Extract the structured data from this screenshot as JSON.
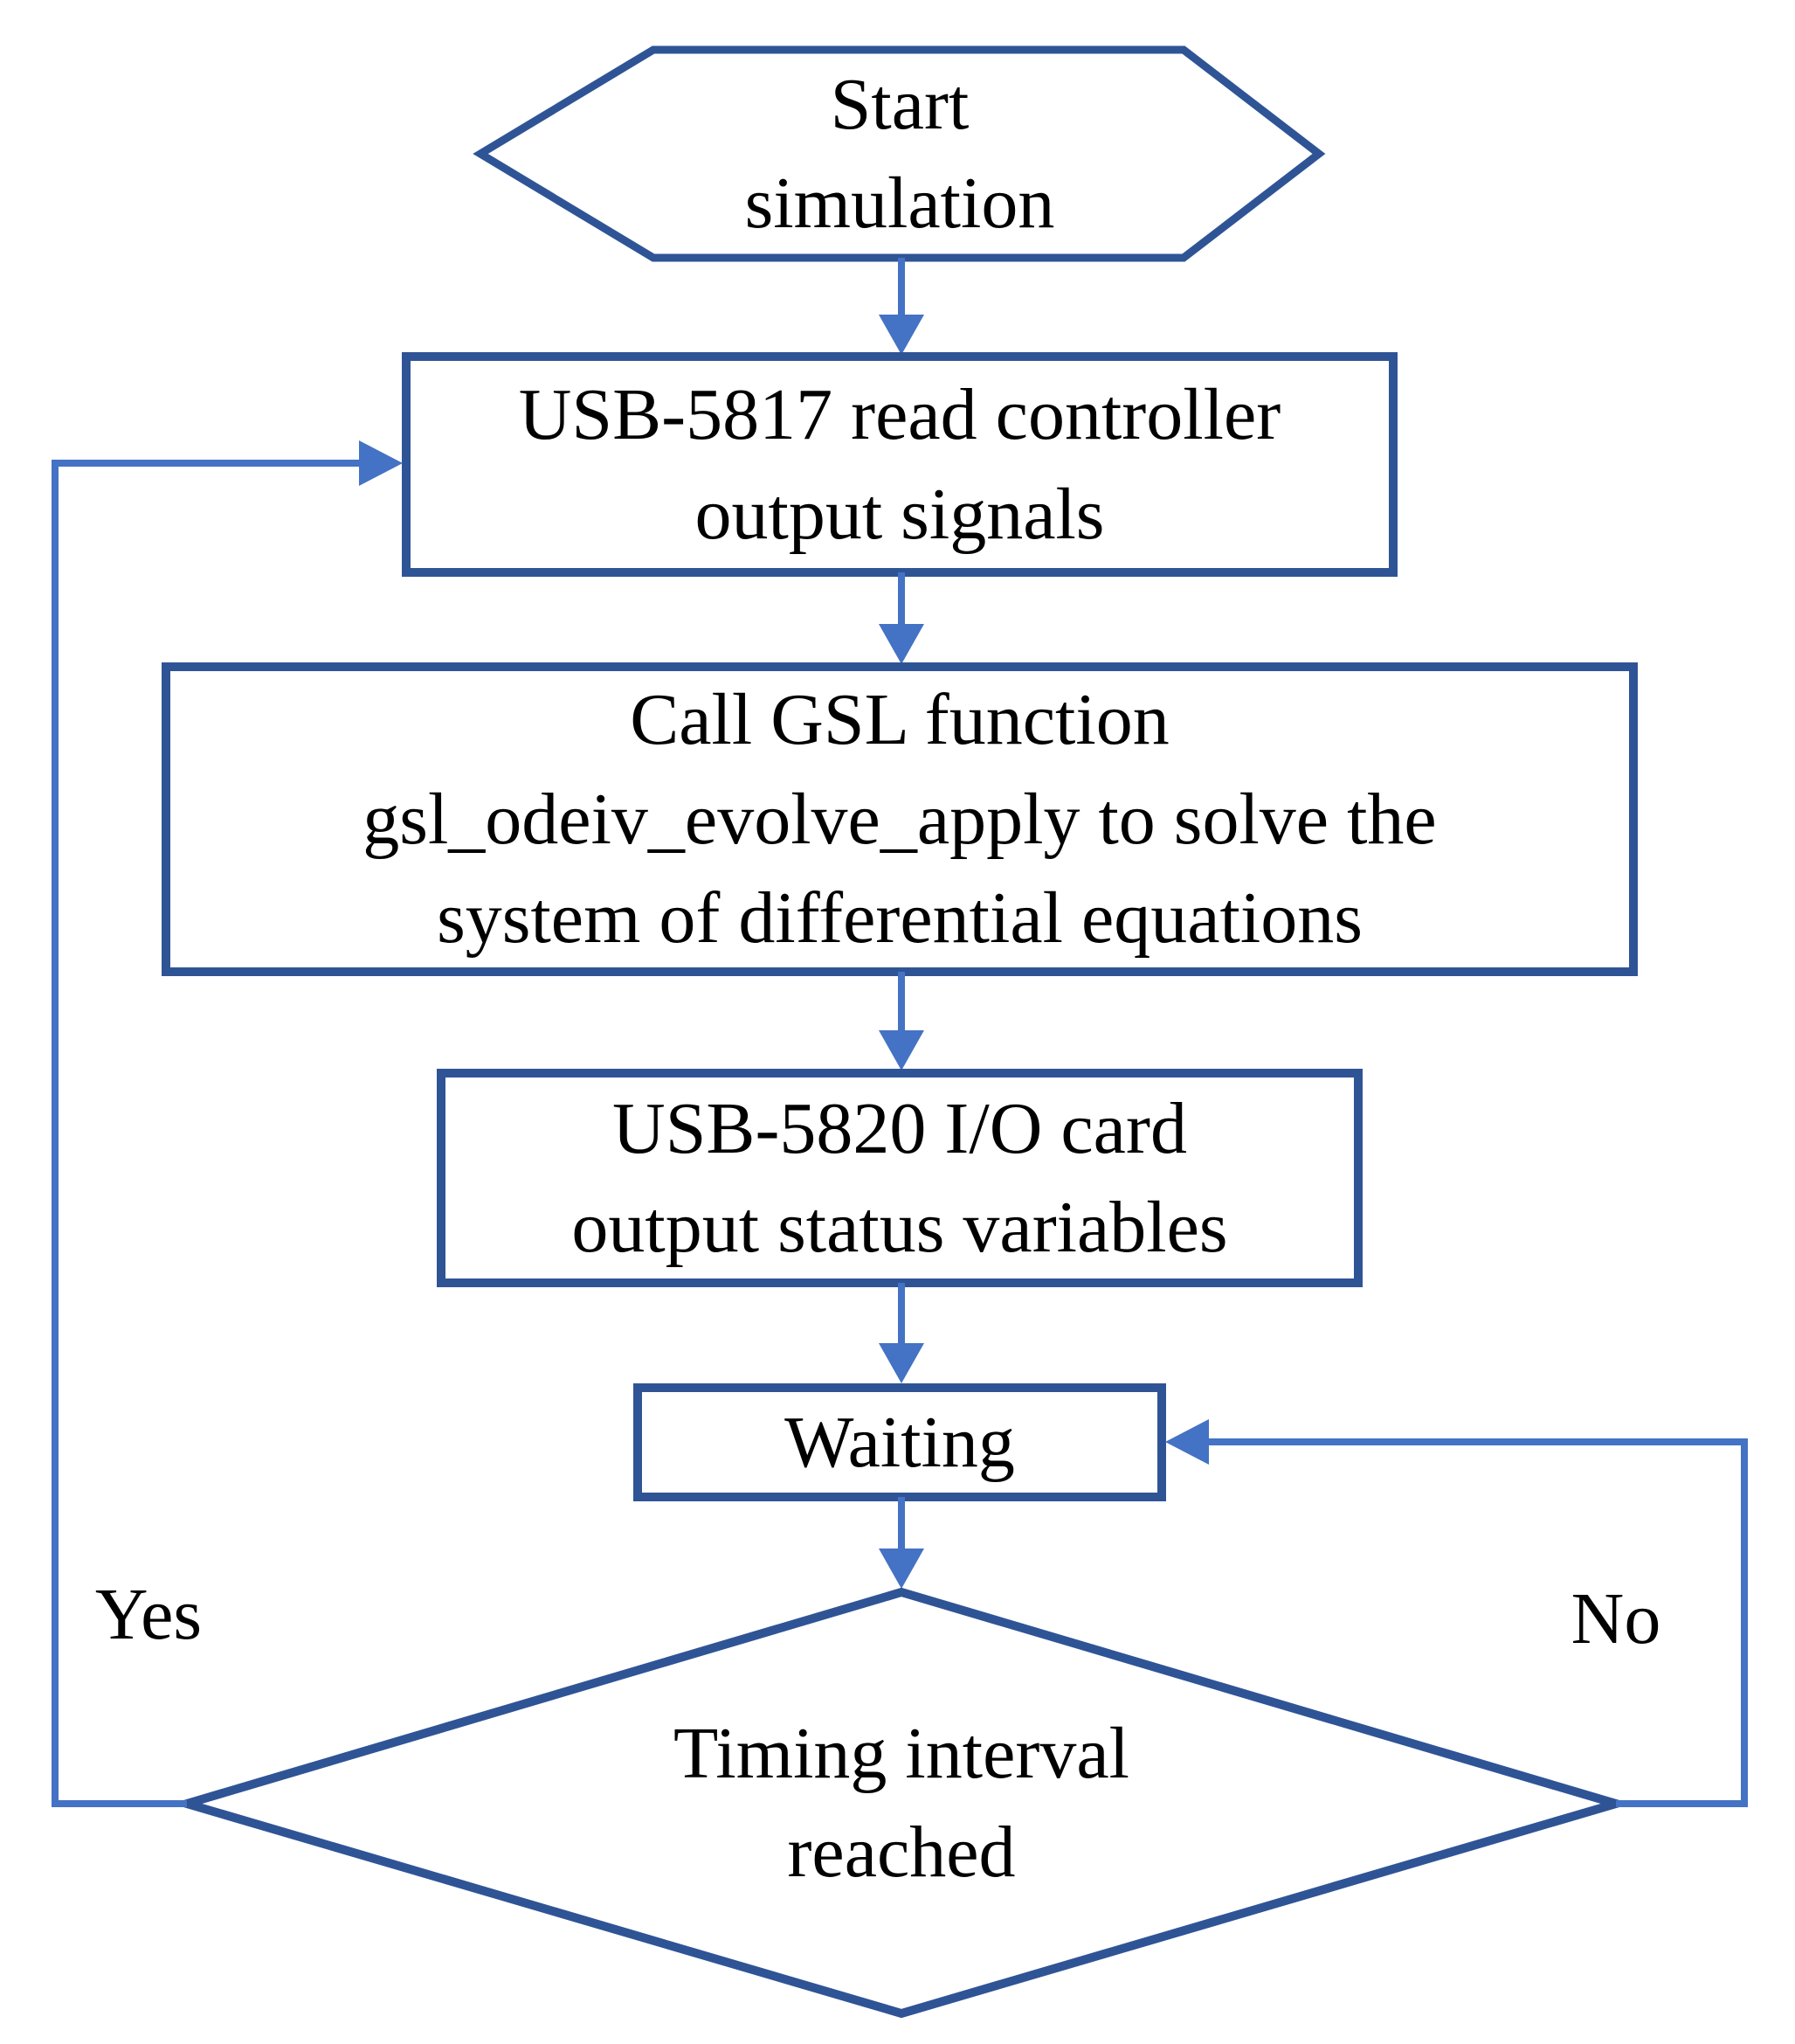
{
  "colors": {
    "shape_border": "#2F5496",
    "connector": "#4472C4",
    "text": "#000000",
    "background": "#FFFFFF"
  },
  "nodes": {
    "start": {
      "shape": "hexagon",
      "label": "Start\nsimulation"
    },
    "read_controller": {
      "shape": "process",
      "label": "USB-5817 read controller\noutput signals"
    },
    "solve_ode": {
      "shape": "process",
      "label": "Call GSL function\ngsl_odeiv_evolve_apply to solve the\nsystem of differential equations"
    },
    "output_status": {
      "shape": "process",
      "label": "USB-5820 I/O card\noutput status variables"
    },
    "waiting": {
      "shape": "process",
      "label": "Waiting"
    },
    "timing_decision": {
      "shape": "decision",
      "label": "Timing interval\nreached"
    }
  },
  "edges": {
    "yes_label": "Yes",
    "no_label": "No"
  }
}
